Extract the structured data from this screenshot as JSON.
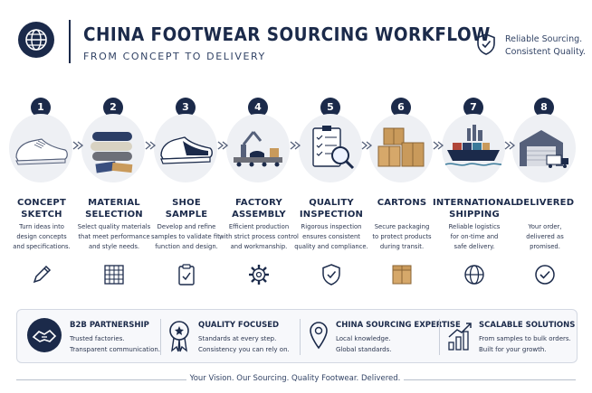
{
  "header": {
    "title": "CHINA FOOTWEAR SOURCING WORKFLOW",
    "subtitle": "FROM CONCEPT TO DELIVERY",
    "tagline_1": "Reliable Sourcing.",
    "tagline_2": "Consistent Quality."
  },
  "colors": {
    "navy": "#1b2a4a",
    "blob": "#eef0f4",
    "cardboard": "#c99a5b"
  },
  "steps": [
    {
      "number": "1",
      "title_1": "CONCEPT",
      "title_2": "SKETCH",
      "desc_1": "Turn ideas into",
      "desc_2": "design concepts",
      "desc_3": "and specifications.",
      "icon": "pencil-icon"
    },
    {
      "number": "2",
      "title_1": "MATERIAL",
      "title_2": "SELECTION",
      "desc_1": "Select quality materials",
      "desc_2": "that meet performance",
      "desc_3": "and style needs.",
      "icon": "fabric-grid-icon"
    },
    {
      "number": "3",
      "title_1": "SHOE",
      "title_2": "SAMPLE",
      "desc_1": "Develop and refine",
      "desc_2": "samples to validate fit,",
      "desc_3": "function and design.",
      "icon": "clipboard-check-icon"
    },
    {
      "number": "4",
      "title_1": "FACTORY",
      "title_2": "ASSEMBLY",
      "desc_1": "Efficient production",
      "desc_2": "with strict process control",
      "desc_3": "and workmanship.",
      "icon": "gear-icon"
    },
    {
      "number": "5",
      "title_1": "QUALITY",
      "title_2": "INSPECTION",
      "desc_1": "Rigorous inspection",
      "desc_2": "ensures consistent",
      "desc_3": "quality and compliance.",
      "icon": "shield-check-icon"
    },
    {
      "number": "6",
      "title_1": "CARTONS",
      "title_2": "",
      "desc_1": "Secure packaging",
      "desc_2": "to protect products",
      "desc_3": "during transit.",
      "icon": "box-icon"
    },
    {
      "number": "7",
      "title_1": "INTERNATIONAL",
      "title_2": "SHIPPING",
      "desc_1": "Reliable logistics",
      "desc_2": "for on-time and",
      "desc_3": "safe delivery.",
      "icon": "globe-icon"
    },
    {
      "number": "8",
      "title_1": "DELIVERED",
      "title_2": "",
      "desc_1": "Your order,",
      "desc_2": "delivered as",
      "desc_3": "promised.",
      "icon": "check-circle-icon"
    }
  ],
  "panel": [
    {
      "title": "B2B PARTNERSHIP",
      "line_1": "Trusted factories.",
      "line_2": "Transparent communication.",
      "icon": "handshake-icon"
    },
    {
      "title": "QUALITY FOCUSED",
      "line_1": "Standards at every step.",
      "line_2": "Consistency you can rely on.",
      "icon": "award-icon"
    },
    {
      "title": "CHINA SOURCING EXPERTISE",
      "line_1": "Local knowledge.",
      "line_2": "Global standards.",
      "icon": "location-pin-icon"
    },
    {
      "title": "SCALABLE SOLUTIONS",
      "line_1": "From samples to bulk orders.",
      "line_2": "Built for your growth.",
      "icon": "growth-chart-icon"
    }
  ],
  "footer": "Your Vision. Our Sourcing. Quality Footwear. Delivered."
}
